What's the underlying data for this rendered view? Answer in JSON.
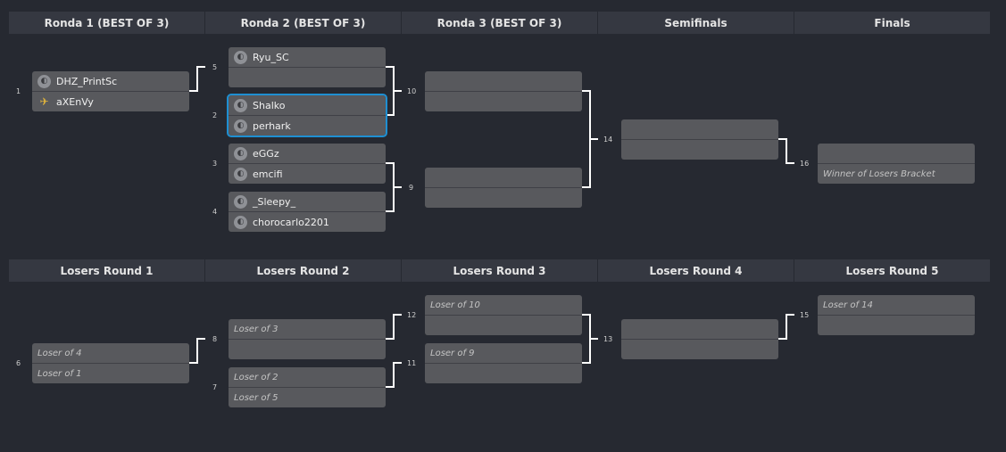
{
  "winners_headers": [
    "Ronda 1 (BEST OF 3)",
    "Ronda 2 (BEST OF 3)",
    "Ronda 3 (BEST OF 3)",
    "Semifinals",
    "Finals"
  ],
  "losers_headers": [
    "Losers Round 1",
    "Losers Round 2",
    "Losers Round 3",
    "Losers Round 4",
    "Losers Round 5"
  ],
  "matches": {
    "m1": {
      "num": "1",
      "p1": "DHZ_PrintSc",
      "p2": "aXEnVy"
    },
    "m5": {
      "num": "5",
      "p1": "Ryu_SC",
      "p2": ""
    },
    "m2": {
      "num": "2",
      "p1": "Shalko",
      "p2": "perhark"
    },
    "m3": {
      "num": "3",
      "p1": "eGGz",
      "p2": "emcifi"
    },
    "m4": {
      "num": "4",
      "p1": "_Sleepy_",
      "p2": "chorocarlo2201"
    },
    "m10": {
      "num": "10",
      "p1": "",
      "p2": ""
    },
    "m9": {
      "num": "9",
      "p1": "",
      "p2": ""
    },
    "m14": {
      "num": "14",
      "p1": "",
      "p2": ""
    },
    "m16": {
      "num": "16",
      "p1": "",
      "p2": "Winner of Losers Bracket"
    },
    "m6": {
      "num": "6",
      "p1": "Loser of 4",
      "p2": "Loser of 1"
    },
    "m8": {
      "num": "8",
      "p1": "Loser of 3",
      "p2": ""
    },
    "m7": {
      "num": "7",
      "p1": "Loser of 2",
      "p2": "Loser of 5"
    },
    "m12": {
      "num": "12",
      "p1": "Loser of 10",
      "p2": ""
    },
    "m11": {
      "num": "11",
      "p1": "Loser of 9",
      "p2": ""
    },
    "m13": {
      "num": "13",
      "p1": "",
      "p2": ""
    },
    "m15": {
      "num": "15",
      "p1": "Loser of 14",
      "p2": ""
    }
  },
  "icons": {
    "default_avatar": "player-avatar-icon",
    "team_avatar": "winged-logo-icon"
  },
  "colors": {
    "background": "#262931",
    "header": "#353841",
    "slot": "#58595d",
    "selected": "#1e8fd2",
    "connector": "#ffffff"
  }
}
